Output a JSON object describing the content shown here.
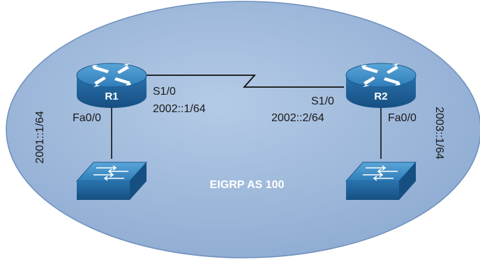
{
  "routers": [
    {
      "name": "R1",
      "serial_interface": "S1/0",
      "serial_address": "2002::1/64",
      "lan_interface": "Fa0/0",
      "lan_address": "2001::1/64"
    },
    {
      "name": "R2",
      "serial_interface": "S1/0",
      "serial_address": "2002::2/64",
      "lan_interface": "Fa0/0",
      "lan_address": "2003::1/64"
    }
  ],
  "area_label": "EIGRP AS 100",
  "colors": {
    "ellipse_fill": "#9ab6d9",
    "ellipse_edge": "#6e8fbb",
    "device_top": "#3a8ac4",
    "device_side": "#1d5f98",
    "link": "#111111"
  },
  "icons": [
    "router-icon",
    "switch-icon"
  ]
}
